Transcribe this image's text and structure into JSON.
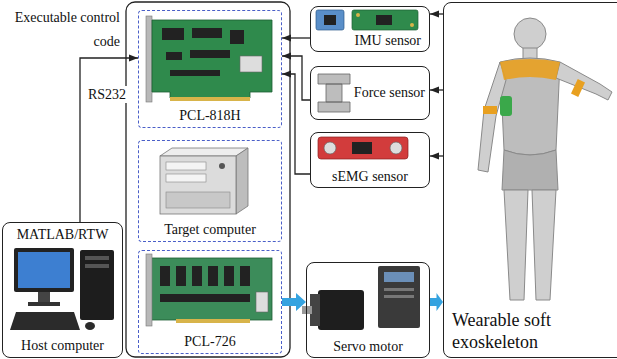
{
  "diagram": {
    "nodes": [
      {
        "text": [
          "MATLAB/RTW",
          "Host computer"
        ]
      },
      {
        "text": [
          "PCL-818H"
        ]
      },
      {
        "text": [
          "Target computer"
        ]
      },
      {
        "text": [
          "PCL-726"
        ]
      },
      {
        "text": [
          "IMU sensor"
        ]
      },
      {
        "text": [
          "Force sensor"
        ]
      },
      {
        "text": [
          "sEMG sensor"
        ]
      },
      {
        "text": [
          "Servo motor"
        ]
      },
      {
        "text": [
          "Wearable soft exoskeleton"
        ]
      }
    ],
    "edges": [
      {
        "from": 0,
        "to": 1,
        "label": "RS232",
        "arrow": "to"
      },
      {
        "from": 8,
        "to": 4,
        "arrow": "to"
      },
      {
        "from": 8,
        "to": 5,
        "arrow": "to"
      },
      {
        "from": 8,
        "to": 6,
        "arrow": "to"
      },
      {
        "from": 4,
        "to": 1,
        "arrow": "to"
      },
      {
        "from": 5,
        "to": 1,
        "arrow": "to"
      },
      {
        "from": 6,
        "to": 1,
        "arrow": "to"
      },
      {
        "from": 3,
        "to": 7,
        "arrow": "to"
      },
      {
        "from": 7,
        "to": 8,
        "arrow": "to"
      }
    ],
    "labels": [
      "Executable control code"
    ]
  }
}
